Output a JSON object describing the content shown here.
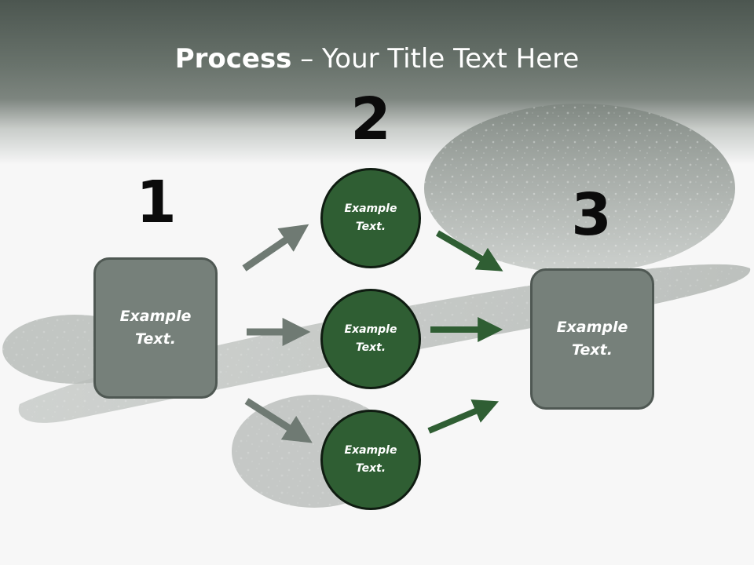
{
  "title": {
    "bold": "Process",
    "rest": " – Your Title Text Here"
  },
  "steps": {
    "one": "1",
    "two": "2",
    "three": "3"
  },
  "boxes": {
    "left": "Example\nText.",
    "right": "Example\nText."
  },
  "circles": [
    "Example\nText.",
    "Example\nText.",
    "Example\nText."
  ],
  "colors": {
    "gray_box": "#76807a",
    "green_circle": "#2f5e33",
    "gray_arrow": "#6f7a73",
    "green_arrow": "#2f5e33"
  }
}
